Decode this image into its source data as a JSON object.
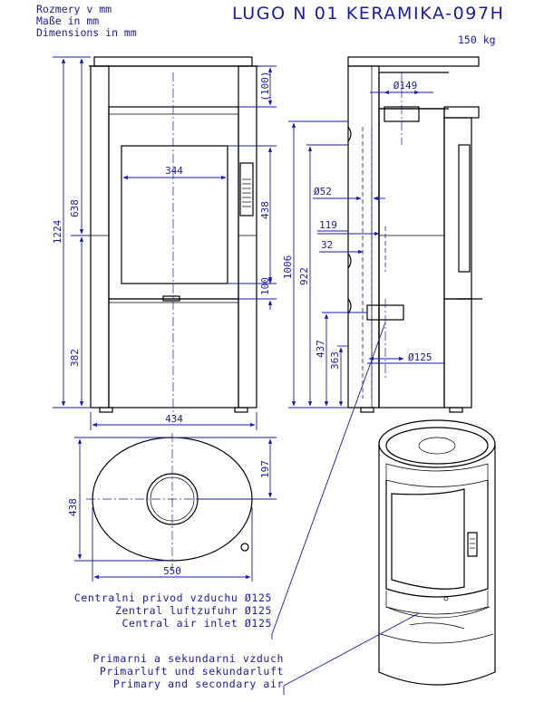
{
  "header": {
    "units_lines": [
      "Rozmery v mm",
      "Maße in mm",
      "Dimensions in mm"
    ],
    "title": "LUGO N 01 KERAMIKA-097H",
    "weight": "150 kg"
  },
  "front_view": {
    "dims": {
      "height_total": "1224",
      "upper_part": "638",
      "lower_part": "382",
      "width": "434",
      "window_width": "344",
      "top_offset": "(100)",
      "window_height": "438",
      "below_window": "100"
    }
  },
  "side_view": {
    "dims": {
      "flue_diameter": "Ø149",
      "height_flue": "1006",
      "height_mid": "922",
      "air_pipe": "Ø52",
      "offset_119": "119",
      "offset_32": "32",
      "height_437": "437",
      "height_363": "363",
      "inlet_diameter": "Ø125"
    }
  },
  "top_view": {
    "dims": {
      "width": "550",
      "depth": "438",
      "center_offset": "197"
    }
  },
  "notes": {
    "central_air": [
      "Centralni privod vzduchu Ø125",
      "Zentral luftzufuhr Ø125",
      "Central air inlet Ø125"
    ],
    "primary_air": [
      "Primarni a sekundarni vzduch",
      "Primarluft und sekundarluft",
      "Primary and secondary air"
    ]
  },
  "colors": {
    "dimension": "#1a1aa8",
    "outline": "#000000"
  }
}
